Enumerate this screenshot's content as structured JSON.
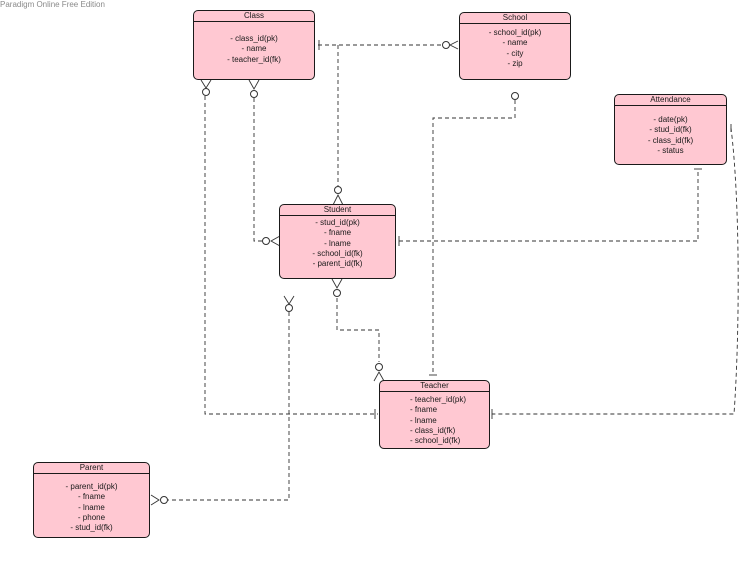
{
  "watermark": "Paradigm Online Free Edition",
  "entities": {
    "class": {
      "title": "Class",
      "attrs": [
        "- class_id(pk)",
        "- name",
        "- teacher_id(fk)"
      ]
    },
    "school": {
      "title": "School",
      "attrs": [
        "- school_id(pk)",
        "- name",
        "- city",
        "- zip"
      ]
    },
    "attendance": {
      "title": "Attendance",
      "attrs": [
        "- date(pk)",
        "- stud_id(fk)",
        "- class_id(fk)",
        "- status"
      ]
    },
    "student": {
      "title": "Student",
      "attrs": [
        "- stud_id(pk)",
        "- fname",
        "- lname",
        "- school_id(fk)",
        "- parent_id(fk)"
      ]
    },
    "teacher": {
      "title": "Teacher",
      "attrs": [
        "- teacher_id(pk)",
        "- fname",
        "- lname",
        "- class_id(fk)",
        "- school_id(fk)"
      ]
    },
    "parent": {
      "title": "Parent",
      "attrs": [
        "- parent_id(pk)",
        "- fname",
        "- lname",
        "- phone",
        "- stud_id(fk)"
      ]
    }
  },
  "colors": {
    "entity_fill": "#ffc8d2",
    "entity_border": "#1a1a1a",
    "line": "#333333"
  }
}
